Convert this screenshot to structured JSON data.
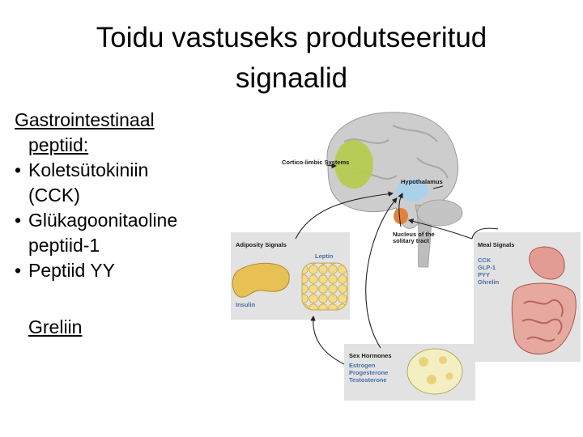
{
  "title": {
    "line1": "Toidu vastuseks produtseeritud",
    "line2": "signaalid"
  },
  "text": {
    "heading_line1": "Gastrointestinaal",
    "heading_line2": "peptiid:",
    "bullet_char": "•",
    "items": [
      {
        "line1": "Koletsütokiniin",
        "line2": "(CCK)"
      },
      {
        "line1": "Glükagoonitaoline",
        "line2": "peptiid-1"
      },
      {
        "line1": "Peptiid YY",
        "line2": ""
      }
    ],
    "ghrelin": "Greliin"
  },
  "diagram": {
    "cortico_limbic": "Cortico-limbic Systems",
    "hypothalamus": "Hypothalamus",
    "nucleus_line1": "Nucleus of the",
    "nucleus_line2": "solitary tract",
    "adiposity_signals": "Adiposity Signals",
    "leptin": "Leptin",
    "insulin": "Insulin",
    "meal_signals": "Meal Signals",
    "meal_items": [
      "CCK",
      "GLP-1",
      "PYY",
      "Ghrelin"
    ],
    "sex_hormones": "Sex Hormones",
    "sex_items": [
      "Estrogen",
      "Progesterone",
      "Testosterone"
    ]
  },
  "colors": {
    "brain": "#c8c8c8",
    "cortico_limbic": "#b5cc4a",
    "hypothalamus": "#a9d0ea",
    "nucleus": "#e0823a",
    "adipose_cells": "#f2dc8a",
    "pancreas": "#e8c155",
    "panel_bg": "#e2e2e2",
    "label_blue": "#4a6fa5",
    "gut": "#e39c93"
  }
}
